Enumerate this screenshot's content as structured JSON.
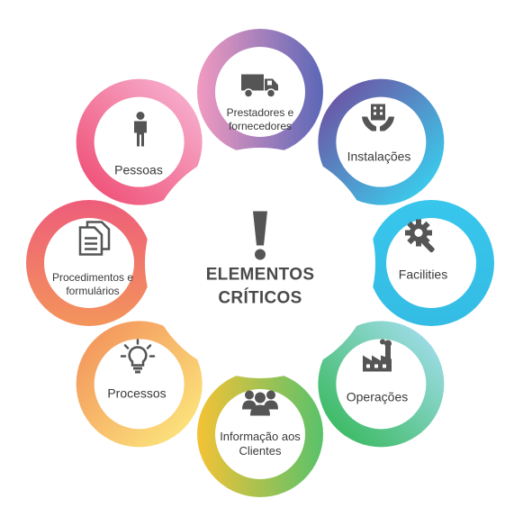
{
  "center": {
    "line1": "ELEMENTOS",
    "line2": "CRÍTICOS",
    "icon": "exclamation-icon"
  },
  "petals": [
    {
      "id": "prestadores",
      "lines": [
        "Prestadores e",
        "fornecedores"
      ],
      "icon": "truck-icon",
      "color_a": "#f29ac0",
      "color_b": "#5b67b8"
    },
    {
      "id": "instalacoes",
      "lines": [
        "Instalações"
      ],
      "icon": "building-in-hands-icon",
      "color_a": "#6a5aa8",
      "color_b": "#3cc8ea"
    },
    {
      "id": "facilities",
      "lines": [
        "Facilities"
      ],
      "icon": "gear-wrench-icon",
      "color_a": "#38c6ec",
      "color_b": "#34bce4"
    },
    {
      "id": "operacoes",
      "lines": [
        "Operações"
      ],
      "icon": "factory-icon",
      "color_a": "#9adbe2",
      "color_b": "#3fbb67"
    },
    {
      "id": "informacao",
      "lines": [
        "Informação aos",
        "Clientes"
      ],
      "icon": "people-group-icon",
      "color_a": "#59c26b",
      "color_b": "#f4c235"
    },
    {
      "id": "processos",
      "lines": [
        "Processos"
      ],
      "icon": "lightbulb-icon",
      "color_a": "#fbe07a",
      "color_b": "#f49a5e"
    },
    {
      "id": "procedimentos",
      "lines": [
        "Procedimentos e",
        "formulários"
      ],
      "icon": "documents-icon",
      "color_a": "#f3955b",
      "color_b": "#ee5d7a"
    },
    {
      "id": "pessoas",
      "lines": [
        "Pessoas"
      ],
      "icon": "person-icon",
      "color_a": "#f0567c",
      "color_b": "#f6a9c9"
    }
  ]
}
